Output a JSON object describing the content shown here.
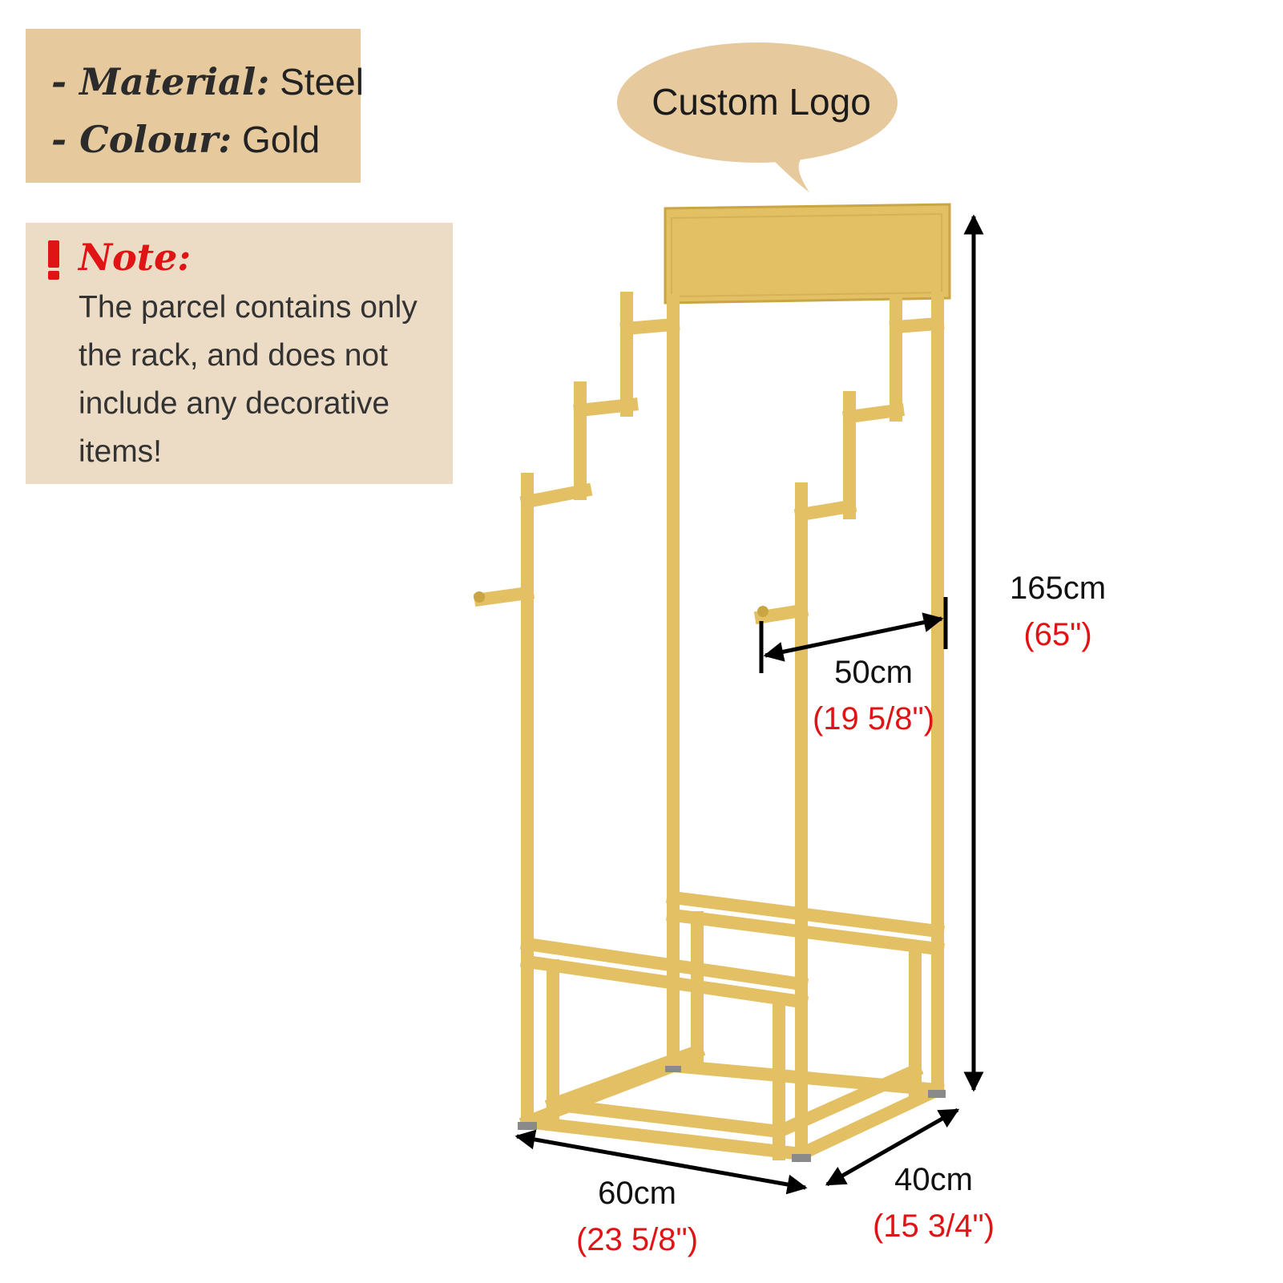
{
  "specs": {
    "material_key": "- Material:",
    "material_value": "Steel",
    "colour_key": "- Colour:",
    "colour_value": "Gold"
  },
  "note": {
    "title": "Note:",
    "text": "The parcel contains only the rack, and does not include any decorative items!",
    "icon": "exclamation-icon"
  },
  "callout": {
    "label": "Custom Logo"
  },
  "dimensions": {
    "height_cm": "165cm",
    "height_in": "(65\")",
    "inner_cm": "50cm",
    "inner_in": "(19 5/8\")",
    "width_cm": "60cm",
    "width_in": "(23 5/8\")",
    "depth_cm": "40cm",
    "depth_in": "(15 3/4\")"
  },
  "colors": {
    "gold": "#e3c064",
    "gold_dark": "#c9a544",
    "panel_tan": "#e6c99d",
    "note_tan": "#ecdcc5",
    "bubble": "#e6c99d",
    "accent_red": "#e01414"
  }
}
